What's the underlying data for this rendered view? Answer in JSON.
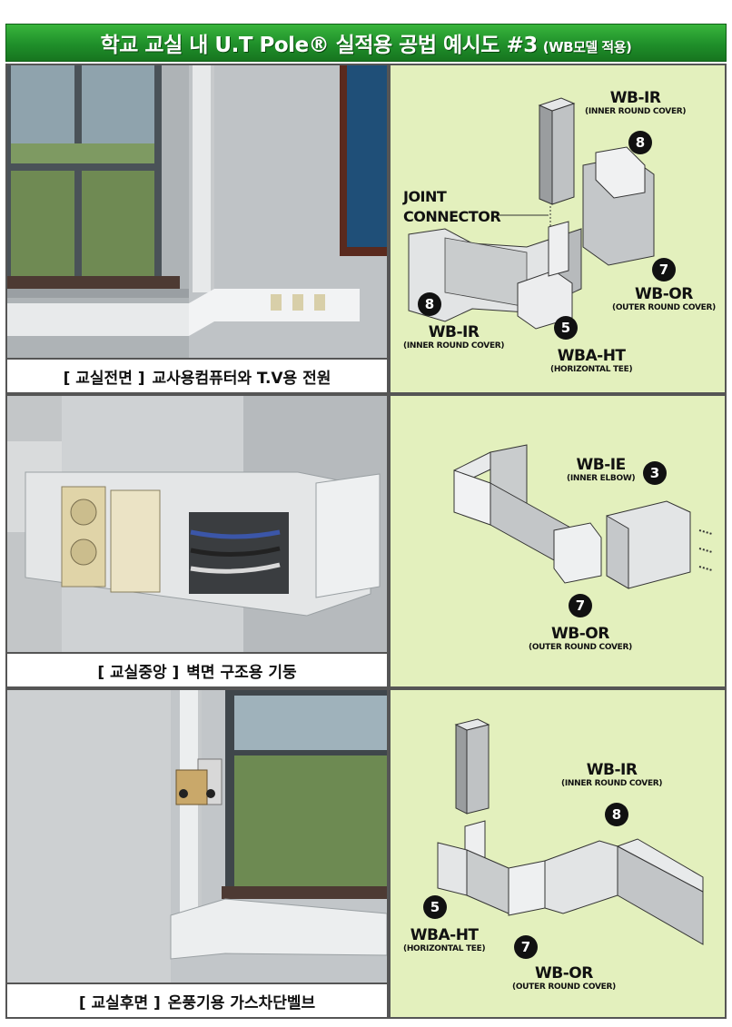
{
  "title": {
    "main": "학교 교실 내 U.T Pole® 실적용 공법 예시도 #3",
    "sub": "(WB모델 적용)"
  },
  "panels": [
    {
      "caption": [
        "[ 교실전면 ]",
        "교사용컴퓨터와 T.V용 전원"
      ],
      "labels": [
        {
          "name": "WB-IR",
          "desc": "(INNER ROUND COVER)",
          "num": "8"
        },
        {
          "name": "JOINT CONNECTOR"
        },
        {
          "name": "WB-OR",
          "desc": "(OUTER ROUND COVER)",
          "num": "7"
        },
        {
          "name": "WB-IR",
          "desc": "(INNER ROUND COVER)",
          "num": "8"
        },
        {
          "name": "WBA-HT",
          "desc": "(HORIZONTAL TEE)",
          "num": "5"
        }
      ]
    },
    {
      "caption": [
        "[ 교실중앙 ]",
        "벽면 구조용 기둥"
      ],
      "labels": [
        {
          "name": "WB-IE",
          "desc": "(INNER ELBOW)",
          "num": "3"
        },
        {
          "name": "WB-OR",
          "desc": "(OUTER ROUND COVER)",
          "num": "7"
        }
      ]
    },
    {
      "caption": [
        "[ 교실후면 ]",
        "온풍기용 가스차단벨브"
      ],
      "labels": [
        {
          "name": "WB-IR",
          "desc": "(INNER ROUND COVER)",
          "num": "8"
        },
        {
          "name": "WBA-HT",
          "desc": "(HORIZONTAL TEE)",
          "num": "5"
        },
        {
          "name": "WB-OR",
          "desc": "(OUTER ROUND COVER)",
          "num": "7"
        }
      ]
    }
  ],
  "colors": {
    "banner": "#229a2e",
    "diagram_bg": "#e3f0bd",
    "border": "#555555"
  }
}
